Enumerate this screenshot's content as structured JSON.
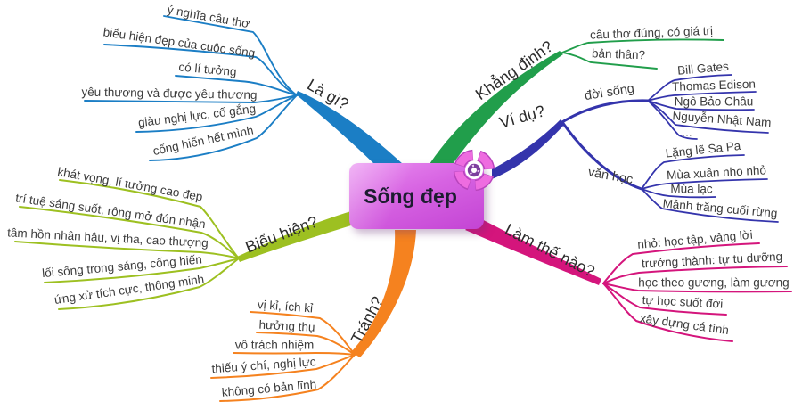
{
  "title": "Sống đẹp",
  "center": {
    "label": "Sống đẹp",
    "icon": "flower-icon"
  },
  "colors": {
    "la_gi": "#1b7ec5",
    "khang_dinh": "#219e4b",
    "vi_du": "#3434ac",
    "lam_the_nao": "#d4157c",
    "tranh": "#f5821f",
    "bieu_hien": "#9dc021",
    "center_gradient_top": "#e98df0",
    "center_gradient_bottom": "#c344d4",
    "leaf_text": "#3b3b3b"
  },
  "branches": [
    {
      "id": "la-gi",
      "label": "Là gì?",
      "color": "#1b7ec5",
      "leaves": [
        "ý nghĩa câu thơ",
        "biểu hiện đẹp của cuộc sống",
        "có lí tưởng",
        "yêu thương và được yêu thương",
        "giàu nghị lực, cố gắng",
        "cống hiến hết mình"
      ]
    },
    {
      "id": "khang-dinh",
      "label": "Khẳng định?",
      "color": "#219e4b",
      "leaves": [
        "câu thơ đúng, có giá trị",
        "bản thân?"
      ]
    },
    {
      "id": "vi-du",
      "label": "Ví dụ?",
      "color": "#3434ac",
      "children": [
        {
          "label": "đời sống",
          "leaves": [
            "Bill Gates",
            "Thomas Edison",
            "Ngô Bảo Châu",
            "Nguyễn Nhật Nam",
            "..."
          ]
        },
        {
          "label": "văn học",
          "leaves": [
            "Lặng lẽ Sa Pa",
            "Mùa xuân nho nhỏ",
            "Mùa lạc",
            "Mảnh trăng cuối rừng"
          ]
        }
      ]
    },
    {
      "id": "lam-the-nao",
      "label": "Làm thế nào?",
      "color": "#d4157c",
      "leaves": [
        "nhỏ: học tập, vâng lời",
        "trưởng thành: tự tu dưỡng",
        "học theo gương, làm gương",
        "tự học suốt đời",
        "xây dựng cá tính"
      ]
    },
    {
      "id": "tranh",
      "label": "Tránh?",
      "color": "#f5821f",
      "leaves": [
        "vị kỉ, ích kỉ",
        "hưởng thụ",
        "vô trách nhiệm",
        "thiếu ý chí, nghị lực",
        "không có bản lĩnh"
      ]
    },
    {
      "id": "bieu-hien",
      "label": "Biểu hiện?",
      "color": "#9dc021",
      "leaves": [
        "khát vọng, lí tưởng cao đẹp",
        "trí tuệ sáng suốt, rộng mở đón nhận",
        "tâm hồn nhân hậu, vị tha, cao thượng",
        "lối sống trong sáng, cống hiến",
        "ứng xử tích cực, thông minh"
      ]
    }
  ]
}
